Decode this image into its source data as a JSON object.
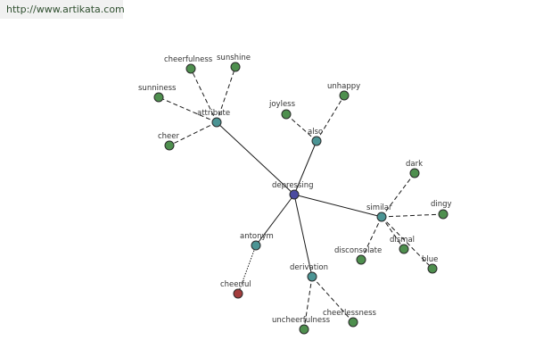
{
  "header": {
    "url": "http://www.artikata.com"
  },
  "colors": {
    "center": "#4a4aa0",
    "relation": "#4b9494",
    "leaf": "#4e8f4e",
    "antonym_leaf": "#a33c3c"
  },
  "graph": {
    "nodes": [
      {
        "id": "depressing",
        "label": "depressing",
        "kind": "center"
      },
      {
        "id": "attribute",
        "label": "attribute",
        "kind": "relation"
      },
      {
        "id": "also",
        "label": "also",
        "kind": "relation"
      },
      {
        "id": "similar",
        "label": "similar",
        "kind": "relation"
      },
      {
        "id": "antonym",
        "label": "antonym",
        "kind": "relation"
      },
      {
        "id": "derivation",
        "label": "derivation",
        "kind": "relation"
      },
      {
        "id": "cheerfulness",
        "label": "cheerfulness",
        "kind": "leaf"
      },
      {
        "id": "sunshine",
        "label": "sunshine",
        "kind": "leaf"
      },
      {
        "id": "sunniness",
        "label": "sunniness",
        "kind": "leaf"
      },
      {
        "id": "cheer",
        "label": "cheer",
        "kind": "leaf"
      },
      {
        "id": "joyless",
        "label": "joyless",
        "kind": "leaf"
      },
      {
        "id": "unhappy",
        "label": "unhappy",
        "kind": "leaf"
      },
      {
        "id": "dark",
        "label": "dark",
        "kind": "leaf"
      },
      {
        "id": "dingy",
        "label": "dingy",
        "kind": "leaf"
      },
      {
        "id": "dismal",
        "label": "dismal",
        "kind": "leaf"
      },
      {
        "id": "blue",
        "label": "blue",
        "kind": "leaf"
      },
      {
        "id": "disconsolate",
        "label": "disconsolate",
        "kind": "leaf"
      },
      {
        "id": "cheerful",
        "label": "cheerful",
        "kind": "antonym_leaf"
      },
      {
        "id": "uncheerfulness",
        "label": "uncheerfulness",
        "kind": "leaf"
      },
      {
        "id": "cheerlessness",
        "label": "cheerlessness",
        "kind": "leaf"
      }
    ],
    "edges": [
      {
        "from": "depressing",
        "to": "attribute",
        "style": "solid"
      },
      {
        "from": "depressing",
        "to": "also",
        "style": "solid"
      },
      {
        "from": "depressing",
        "to": "similar",
        "style": "solid"
      },
      {
        "from": "depressing",
        "to": "antonym",
        "style": "solid"
      },
      {
        "from": "depressing",
        "to": "derivation",
        "style": "solid"
      },
      {
        "from": "attribute",
        "to": "cheerfulness",
        "style": "dashed"
      },
      {
        "from": "attribute",
        "to": "sunshine",
        "style": "dashed"
      },
      {
        "from": "attribute",
        "to": "sunniness",
        "style": "dashed"
      },
      {
        "from": "attribute",
        "to": "cheer",
        "style": "dashed"
      },
      {
        "from": "also",
        "to": "joyless",
        "style": "dashed"
      },
      {
        "from": "also",
        "to": "unhappy",
        "style": "dashed"
      },
      {
        "from": "similar",
        "to": "dark",
        "style": "dashed"
      },
      {
        "from": "similar",
        "to": "dingy",
        "style": "dashed"
      },
      {
        "from": "similar",
        "to": "dismal",
        "style": "dashed"
      },
      {
        "from": "similar",
        "to": "blue",
        "style": "dashed"
      },
      {
        "from": "similar",
        "to": "disconsolate",
        "style": "dashed"
      },
      {
        "from": "antonym",
        "to": "cheerful",
        "style": "dotted"
      },
      {
        "from": "derivation",
        "to": "uncheerfulness",
        "style": "dashed"
      },
      {
        "from": "derivation",
        "to": "cheerlessness",
        "style": "dashed"
      }
    ]
  }
}
